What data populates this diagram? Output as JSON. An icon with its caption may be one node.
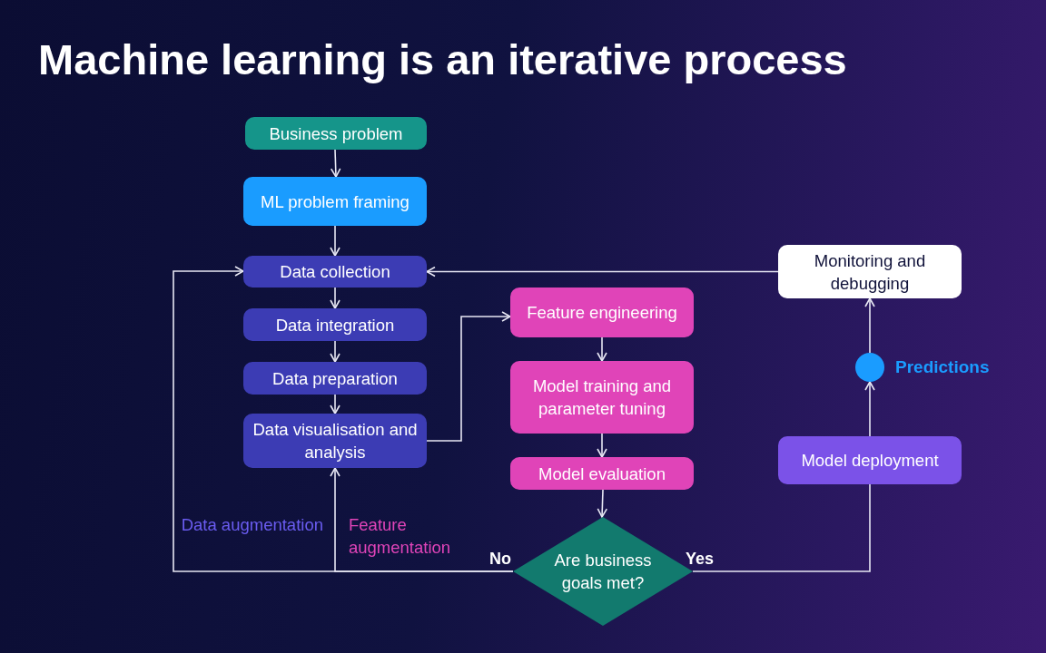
{
  "diagram": {
    "title": "Machine learning is an iterative process",
    "nodes": [
      {
        "text": [
          "Business problem"
        ]
      },
      {
        "text": [
          "ML problem framing"
        ]
      },
      {
        "text": [
          "Data collection"
        ]
      },
      {
        "text": [
          "Data integration"
        ]
      },
      {
        "text": [
          "Data preparation"
        ]
      },
      {
        "text": [
          "Data visualisation and analysis"
        ]
      },
      {
        "text": [
          "Feature engineering"
        ]
      },
      {
        "text": [
          "Model training and parameter tuning"
        ]
      },
      {
        "text": [
          "Model evaluation"
        ]
      },
      {
        "text": [
          "Are business goals met?"
        ]
      },
      {
        "text": [
          "Model deployment"
        ]
      },
      {
        "text": [],
        "shape": "circle",
        "beside": [
          "Predictions"
        ]
      },
      {
        "text": [
          "Monitoring and debugging"
        ]
      }
    ],
    "edges": [
      {
        "from": 0,
        "to": 1,
        "arrow": "to"
      },
      {
        "from": 1,
        "to": 2,
        "arrow": "to"
      },
      {
        "from": 2,
        "to": 3,
        "arrow": "to"
      },
      {
        "from": 3,
        "to": 4,
        "arrow": "to"
      },
      {
        "from": 4,
        "to": 5,
        "arrow": "to"
      },
      {
        "from": 5,
        "to": 6,
        "arrow": "to"
      },
      {
        "from": 6,
        "to": 7,
        "arrow": "to"
      },
      {
        "from": 7,
        "to": 8,
        "arrow": "to"
      },
      {
        "from": 8,
        "to": 9,
        "arrow": "to"
      },
      {
        "from": 9,
        "to": 2,
        "arrow": "to",
        "label": "No"
      },
      {
        "from": 9,
        "to": 5,
        "arrow": "to"
      },
      {
        "from": 9,
        "to": 10,
        "arrow": "none",
        "label": "Yes"
      },
      {
        "from": 10,
        "to": 11,
        "arrow": "to"
      },
      {
        "from": 11,
        "to": 12,
        "arrow": "to"
      },
      {
        "from": 12,
        "to": 2,
        "arrow": "to"
      }
    ],
    "labels": [
      "Data augmentation",
      "Feature augmentation"
    ]
  }
}
